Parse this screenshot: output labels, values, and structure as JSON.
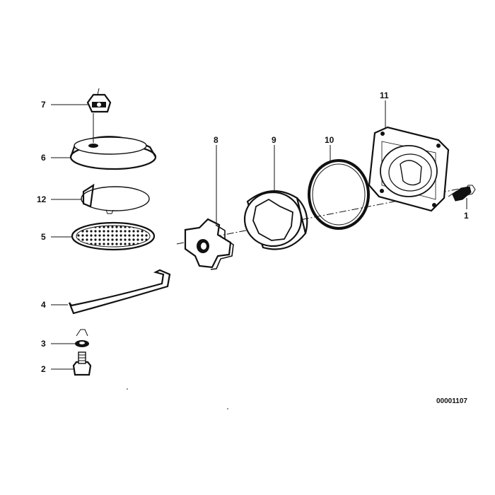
{
  "diagram": {
    "drawing_code": "00001107",
    "callouts": {
      "p1": "1",
      "p2": "2",
      "p3": "3",
      "p4": "4",
      "p5": "5",
      "p6": "6",
      "p7": "7",
      "p8": "8",
      "p9": "9",
      "p10": "10",
      "p11": "11",
      "p12": "12"
    }
  }
}
